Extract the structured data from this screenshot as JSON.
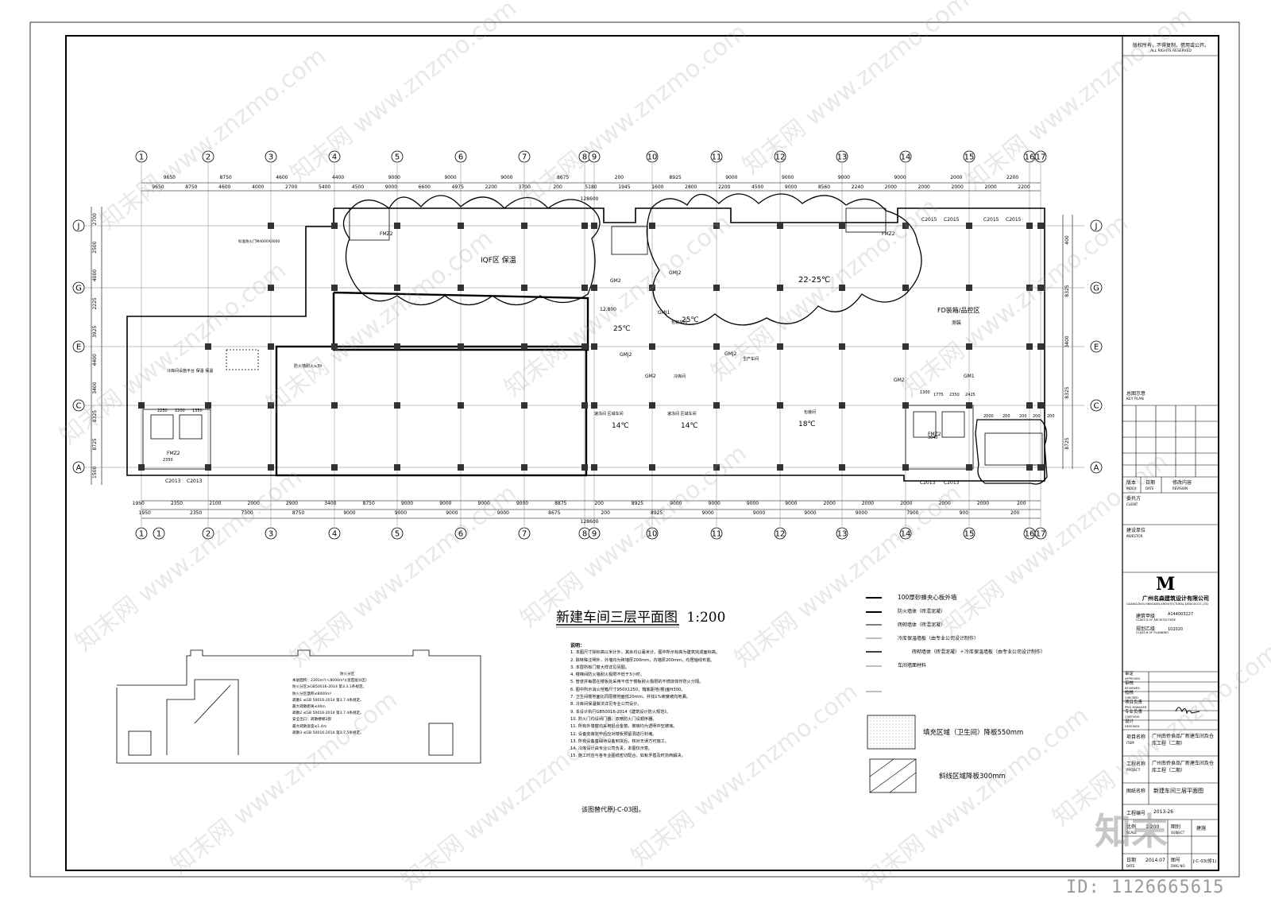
{
  "drawing": {
    "title": "新建车间三层平面图",
    "scale": "1:200",
    "replace_note": "该图替代原J-C-03图。"
  },
  "axes": {
    "top_numbers": [
      "1",
      "2",
      "3",
      "4",
      "5",
      "6",
      "7",
      "8",
      "9",
      "10",
      "11",
      "12",
      "13",
      "14",
      "15",
      "16",
      "17"
    ],
    "bottom_numbers": [
      "1",
      "1",
      "2",
      "3",
      "4",
      "5",
      "6",
      "7",
      "8",
      "9",
      "10",
      "11",
      "12",
      "13",
      "14",
      "15",
      "16",
      "17"
    ],
    "left_letters": [
      "J",
      "G",
      "E",
      "C",
      "A"
    ],
    "right_letters": [
      "J",
      "G",
      "E",
      "C",
      "A"
    ],
    "top_dims_row1": [
      "9650",
      "8750",
      "4600",
      "4400",
      "9000",
      "9000",
      "9000",
      "8675",
      "200",
      "8925",
      "9000",
      "9000",
      "9000",
      "9000",
      "2000",
      "2200"
    ],
    "top_dims_row2": [
      "9650",
      "8750",
      "4600",
      "4000",
      "2700",
      "5400",
      "4500",
      "9000",
      "6600",
      "4975",
      "2200",
      "3700",
      "200",
      "5180",
      "1945",
      "1600",
      "2800",
      "2200",
      "4500",
      "9000",
      "8560",
      "2240",
      "2000",
      "2000",
      "2000",
      "2000",
      "2200"
    ],
    "total_dim": "128600",
    "bottom_dims_row1": [
      "1950",
      "2350",
      "2100",
      "2000",
      "2900",
      "3400",
      "8750",
      "9000",
      "9000",
      "9000",
      "9000",
      "8875",
      "200",
      "8925",
      "9000",
      "9000",
      "9000",
      "9000",
      "2000",
      "2000",
      "2000",
      "2000",
      "2000",
      "200"
    ],
    "bottom_dims_row2": [
      "1950",
      "2350",
      "7300",
      "8750",
      "9000",
      "9000",
      "9000",
      "9000",
      "8675",
      "200",
      "8925",
      "9000",
      "9000",
      "9000",
      "9000",
      "7900",
      "900",
      "200"
    ],
    "left_dims": [
      "2700",
      "2500",
      "4000",
      "2225",
      "3925",
      "4400",
      "3400",
      "8325",
      "8725",
      "1500"
    ],
    "right_dims": [
      "400",
      "8325",
      "3400",
      "8325",
      "8725"
    ]
  },
  "rooms": {
    "iqf": "IQF区 保温",
    "temp_22": "22-25℃",
    "room_fd": "FD装箱/品控区",
    "fd_sub": "测装",
    "room_25a": "25℃",
    "room_25b": "25℃",
    "room_14a": "14℃",
    "room_14b": "14℃",
    "room_18": "18℃",
    "room_cold": "冷库间设施平台  保温  保温",
    "prod": "生产车间",
    "corridor": "冷库间",
    "room_a": "速冻间 区域车间",
    "room_b": "速冻间 区域车间",
    "room_c": "包装间",
    "room_d": "包装车间",
    "fire_wall": "防火墙耐火≥3h",
    "door_note": "标准防火门M4000X3000",
    "h_note": "12.800"
  },
  "labels": {
    "fm": [
      "FMZ2",
      "FMZ2",
      "FMZ2",
      "FMZ2"
    ],
    "gm": [
      "GMJ2",
      "GM2",
      "GMJ1",
      "GMJ2",
      "GM2",
      "GMJ2",
      "GM2",
      "GM1"
    ],
    "windows_top": [
      "C2015",
      "C2015",
      "C2015",
      "C2015"
    ],
    "windows_bottom": [
      "C2013",
      "C2013",
      "C2013",
      "C2013"
    ],
    "misc": [
      "2250",
      "2200",
      "1350",
      "2350",
      "1300",
      "1775",
      "2350",
      "2425",
      "3040",
      "2000",
      "200",
      "200",
      "200",
      "200"
    ]
  },
  "notes": {
    "title": "说明：",
    "items": [
      "1. 本图尺寸除标高以米计外，其余均以毫米计。图中所示标高为建筑完成面标高。",
      "2. 除特殊注明外，外墙均为砖墙厚200mm，内墙厚200mm，均居轴线布置。",
      "3. 本层所有门窗大样详见另图。",
      "4. 楼梯间防火墙耐火极限不低于3小时。",
      "5. 管道井每层在楼板处采用不低于楼板耐火极限的不燃烧体作防火分隔。",
      "6. 图中所示消火栓箱尺寸950X1250，箱底距地(楼)面H300。",
      "7. 卫生间楼地面比同层楼地面低20mm，并找1%坡度坡向地漏。",
      "8. 冷库间保温做法详见专业公司设计。",
      "9. 本设计执行GB50016-2014《建筑设计防火规范》。",
      "10. 防火门均设闭门器，双扇防火门设顺序器。",
      "11. 所有外墙窗均采用铝合金窗，玻璃均为透明中空玻璃。",
      "12. 设备安装完毕后应对楼板预留洞进行封堵。",
      "13. 所有设备基础待设备到货后，核对无误方可施工。",
      "14. 冷库设计由专业公司负责，本图仅示意。",
      "15. 施工时应与各专业图纸密切配合，如有矛盾及时协商解决。"
    ]
  },
  "legend": {
    "items": [
      "100厚砂蜂夹心板外墙",
      "防火墙体（砖混泥凝）",
      "砖砌墙体（砖混泥凝）",
      "冷库保温墙板（由专业公司设计制作）",
      "砖砌墙体（砖混泥凝）＋冷库保温墙板（由专业公司设计制作）",
      "车间墙面材料"
    ],
    "hatch1": "填充区域（卫生间）降板550mm",
    "hatch2": "斜线区域降板300mm"
  },
  "keyplan": {
    "title": "防火分区",
    "lines": [
      "本层面积：2391m²(＜8000m²)(含首层分区)",
      "防火分区≥GB50016-2014 第3.3.1条规定。",
      "防火分区面积≤8000m²",
      "疏散1 ≤GB 50016-2014 第3.7.4条规定。",
      "最大疏散距离≤40m",
      "疏散2 ≤GB 50016-2014 第3.7.4条规定。",
      "安全出口：疏散楼梯2部",
      "最大疏散宽度≤1.4m",
      "疏散3 ≤GB 50016-2014 第3.7.5条规定。"
    ]
  },
  "titleblock": {
    "copyright": "版权所有，不得复制，借用或公开。",
    "copyright_en": "ALL RIGHTS RESERVED",
    "keyplan_label": "总图示意",
    "keyplan_en": "KEY PLAN",
    "rev_no": "版本",
    "rev_date": "日期",
    "rev_desc": "修改内容",
    "rev_no_en": "INDEX",
    "rev_date_en": "DATE",
    "rev_desc_en": "REVISION",
    "client": "委托方",
    "client_en": "CLIENT",
    "investor": "建设单位",
    "investor_en": "INVESTOR",
    "logo": "M",
    "company": "广州名森建筑设计有限公司",
    "company_en": "GUANGZHOU MINGSEN ARCHITECTURAL DESIGN CO.,LTD",
    "qual1": "建筑甲级",
    "qual1_en": "CLASS A OF ARCHITECTURE",
    "qual1_no": "A144003227",
    "qual2": "规划乙级",
    "qual2_en": "CLASS B OF PLANNING",
    "qual2_no": "102020",
    "roles": [
      {
        "cn": "审定",
        "en": "APPROVED"
      },
      {
        "cn": "审核",
        "en": "REVIEWED"
      },
      {
        "cn": "校核",
        "en": "CHECKED"
      },
      {
        "cn": "项目负责",
        "en": "PROJ.MANAGER"
      },
      {
        "cn": "专业负责",
        "en": "CHIEF.ENG."
      },
      {
        "cn": "设计",
        "en": "DESIGNED"
      }
    ],
    "project_label": "项目名称",
    "project_label_en": "ITEM",
    "project_name": "广州南侨食品厂新建车间及仓库工程（二期）",
    "proj2_label": "工程名称",
    "proj2_label_en": "PROJECT",
    "proj2_name": "广州南侨食品厂新建车间及仓库工程（二期）",
    "drawing_name_label": "图纸名称",
    "drawing_name": "新建车间三层平面图",
    "proj_no_label": "工程编号",
    "proj_no": "2013-26",
    "scale_label": "比例",
    "scale_en": "SCALE",
    "scale": "1:200",
    "subject_label": "图别",
    "subject_en": "SUBJECT",
    "subject": "建施",
    "date_label": "日期",
    "date_en": "DATE",
    "date": "2014.07",
    "dwgno_label": "图号",
    "dwgno_en": "DWG NO.",
    "dwgno": "J-C-03(修1)"
  },
  "watermark": {
    "site": "www.znzmo.com",
    "brand": "知末网",
    "corner": "知末",
    "id": "ID: 1126665615"
  }
}
